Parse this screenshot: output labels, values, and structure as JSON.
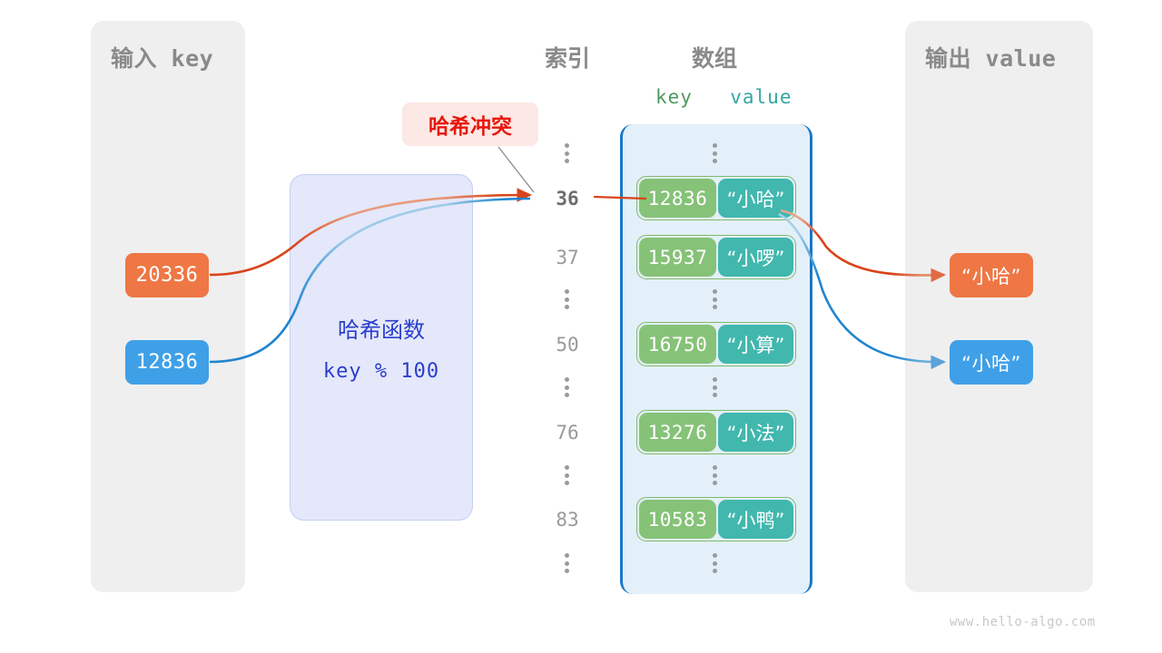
{
  "input_panel": {
    "title": "输入 key",
    "keys": [
      {
        "label": "20336",
        "color": "#ee7745"
      },
      {
        "label": "12836",
        "color": "#3fa0e8"
      }
    ]
  },
  "hash_function": {
    "title": "哈希函数",
    "expression": "key % 100",
    "fill": "#e4e8fa",
    "text_color": "#2a3ecb"
  },
  "callout": {
    "label": "哈希冲突",
    "text_color": "#e8160c",
    "fill": "#fce8e4"
  },
  "headings": {
    "index": "索引",
    "array": "数组",
    "key": "key",
    "value": "value",
    "key_color": "#4e9a5f",
    "value_color": "#35a6a0"
  },
  "array": {
    "fill": "#e3f0fa",
    "bracket_color": "#1877c9",
    "rows": [
      {
        "type": "dots"
      },
      {
        "type": "entry",
        "index": "36",
        "key": "12836",
        "value": "“小哈”",
        "highlight": true
      },
      {
        "type": "entry",
        "index": "37",
        "key": "15937",
        "value": "“小啰”",
        "highlight": false
      },
      {
        "type": "dots"
      },
      {
        "type": "entry",
        "index": "50",
        "key": "16750",
        "value": "“小算”",
        "highlight": false
      },
      {
        "type": "dots"
      },
      {
        "type": "entry",
        "index": "76",
        "key": "13276",
        "value": "“小法”",
        "highlight": false
      },
      {
        "type": "dots"
      },
      {
        "type": "entry",
        "index": "83",
        "key": "10583",
        "value": "“小鸭”",
        "highlight": false
      },
      {
        "type": "dots"
      }
    ],
    "cell_key_color": "#86c278",
    "cell_value_color": "#41b7ae",
    "entry_border_color": "#7fb96a"
  },
  "output_panel": {
    "title": "输出 value",
    "values": [
      {
        "label": "“小哈”",
        "color": "#ee7745"
      },
      {
        "label": "“小哈”",
        "color": "#3fa0e8"
      }
    ]
  },
  "watermark": "www.hello-algo.com"
}
